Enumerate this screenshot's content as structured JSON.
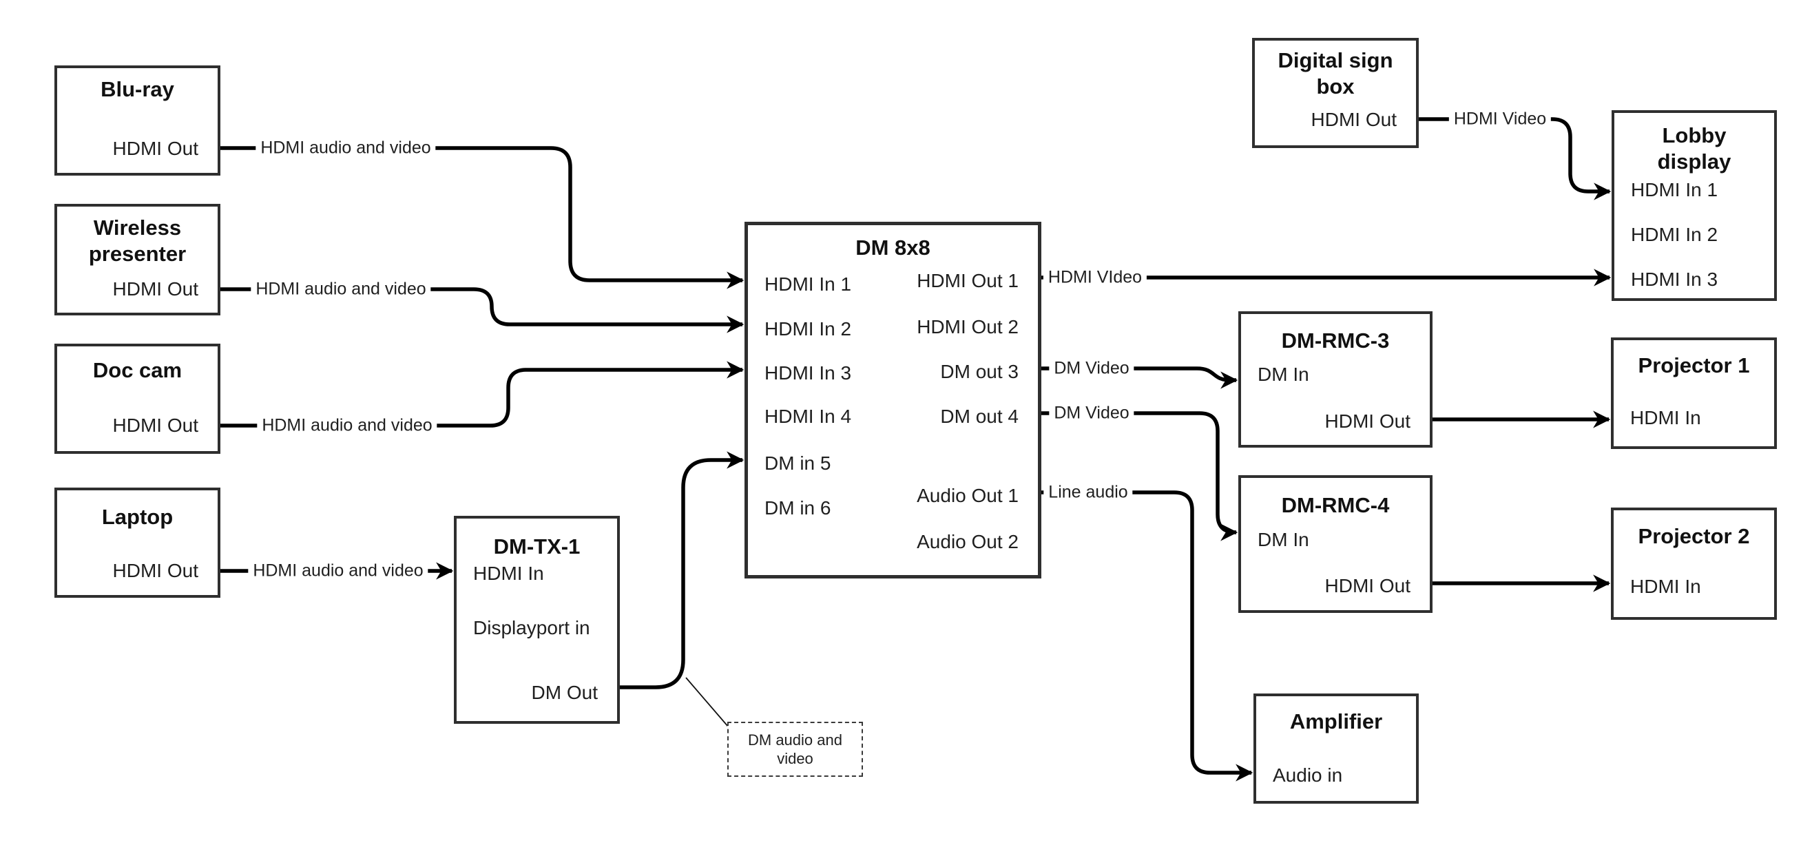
{
  "diagram": {
    "boxes": {
      "bluray": {
        "title": "Blu-ray",
        "port_out": "HDMI Out"
      },
      "wireless": {
        "title": "Wireless presenter",
        "port_out": "HDMI Out"
      },
      "doccam": {
        "title": "Doc cam",
        "port_out": "HDMI Out"
      },
      "laptop": {
        "title": "Laptop",
        "port_out": "HDMI Out"
      },
      "dmtx1": {
        "title": "DM-TX-1",
        "port_hdmi_in": "HDMI In",
        "port_dp_in": "Displayport in",
        "port_dm_out": "DM Out"
      },
      "dm8x8": {
        "title": "DM 8x8",
        "inputs": [
          "HDMI In 1",
          "HDMI In 2",
          "HDMI In 3",
          "HDMI In 4",
          "DM in 5",
          "DM in 6"
        ],
        "outputs": [
          "HDMI Out 1",
          "HDMI Out 2",
          "DM out 3",
          "DM out 4",
          "Audio Out 1",
          "Audio Out 2"
        ]
      },
      "digisign": {
        "title": "Digital sign box",
        "port_out": "HDMI Out"
      },
      "lobby": {
        "title": "Lobby display",
        "inputs": [
          "HDMI In 1",
          "HDMI In 2",
          "HDMI In 3"
        ]
      },
      "dmrmc3": {
        "title": "DM-RMC-3",
        "port_in": "DM In",
        "port_out": "HDMI Out"
      },
      "dmrmc4": {
        "title": "DM-RMC-4",
        "port_in": "DM In",
        "port_out": "HDMI Out"
      },
      "proj1": {
        "title": "Projector 1",
        "port_in": "HDMI In"
      },
      "proj2": {
        "title": "Projector 2",
        "port_in": "HDMI In"
      },
      "amp": {
        "title": "Amplifier",
        "port_in": "Audio in"
      }
    },
    "wire_labels": {
      "bluray": "HDMI audio and video",
      "wireless": "HDMI audio and video",
      "doccam": "HDMI audio and video",
      "laptop": "HDMI audio and video",
      "out1": "HDMI VIdeo",
      "out3": "DM Video",
      "out4": "DM Video",
      "audio1": "Line audio",
      "sign": "HDMI Video"
    },
    "note": {
      "text": "DM audio and video"
    },
    "colors": {
      "wire": "#000000",
      "border": "#2f2f2f",
      "text": "#1a1a1a",
      "background": "#ffffff"
    }
  }
}
